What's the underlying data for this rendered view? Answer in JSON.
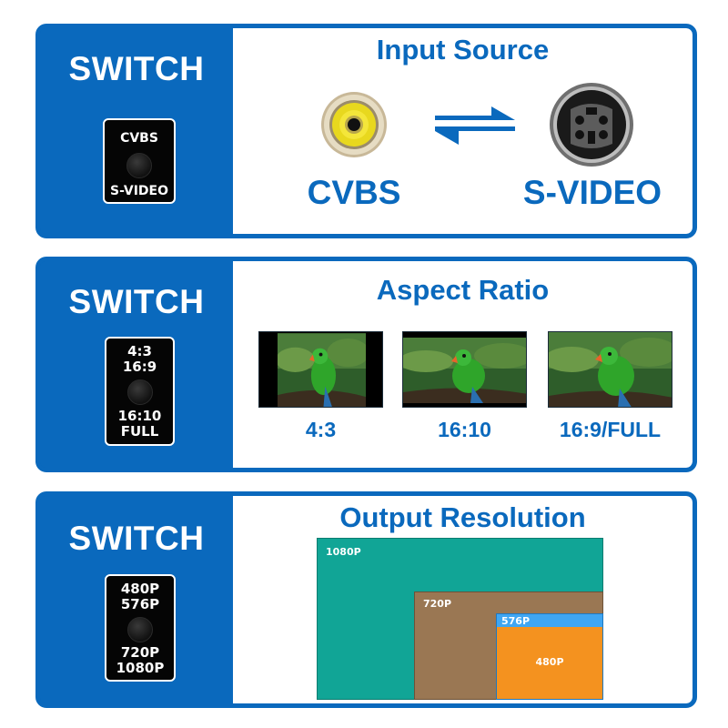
{
  "colors": {
    "brand_blue": "#0a69bd",
    "res_1080p": "#11a596",
    "res_720p": "#9a7753",
    "res_576p": "#3fa6f3",
    "res_480p": "#f4921f"
  },
  "panel1": {
    "switch_title": "SWITCH",
    "switch_labels": [
      "CVBS",
      "S-VIDEO"
    ],
    "section_title": "Input Source",
    "left_label": "CVBS",
    "right_label": "S-VIDEO",
    "icons": [
      "rca-jack-icon",
      "swap-arrows-icon",
      "svideo-jack-icon"
    ]
  },
  "panel2": {
    "switch_title": "SWITCH",
    "switch_top": [
      "4:3",
      "16:9"
    ],
    "switch_bottom": [
      "16:10",
      "FULL"
    ],
    "section_title": "Aspect Ratio",
    "ratios": [
      "4:3",
      "16:10",
      "16:9/FULL"
    ]
  },
  "panel3": {
    "switch_title": "SWITCH",
    "switch_top": [
      "480P",
      "576P"
    ],
    "switch_bottom": [
      "720P",
      "1080P"
    ],
    "section_title": "Output Resolution",
    "resolutions": [
      "1080P",
      "720P",
      "576P",
      "480P"
    ]
  }
}
